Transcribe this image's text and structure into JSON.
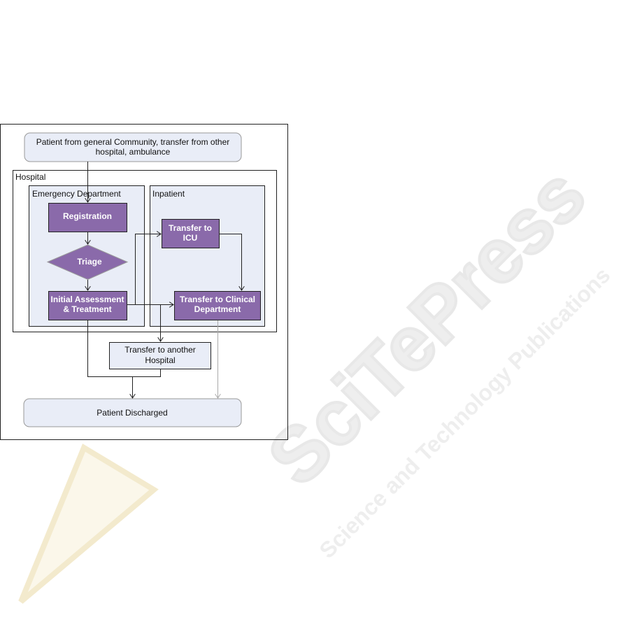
{
  "diagram": {
    "source": {
      "line1": "Patient from general Community, transfer from other",
      "line2": "hospital, ambulance"
    },
    "containers": {
      "hospital": "Hospital",
      "emergency": "Emergency Department",
      "inpatient": "Inpatient"
    },
    "registration": "Registration",
    "triage": "Triage",
    "initial_assessment": {
      "line1": "Initial Assessment",
      "line2": "& Treatment"
    },
    "icu": {
      "line1": "Transfer to",
      "line2": "ICU"
    },
    "clinical": {
      "line1": "Transfer to Clinical",
      "line2": "Department"
    },
    "other_hospital": {
      "line1": "Transfer to another",
      "line2": "Hospital"
    },
    "discharged": "Patient Discharged"
  },
  "watermark": {
    "brand": "SciTePress",
    "tagline": "Science and Technology Publications"
  },
  "colors": {
    "process": "#8a6aaa",
    "panel": "#e9edf7",
    "border": "#222222"
  }
}
